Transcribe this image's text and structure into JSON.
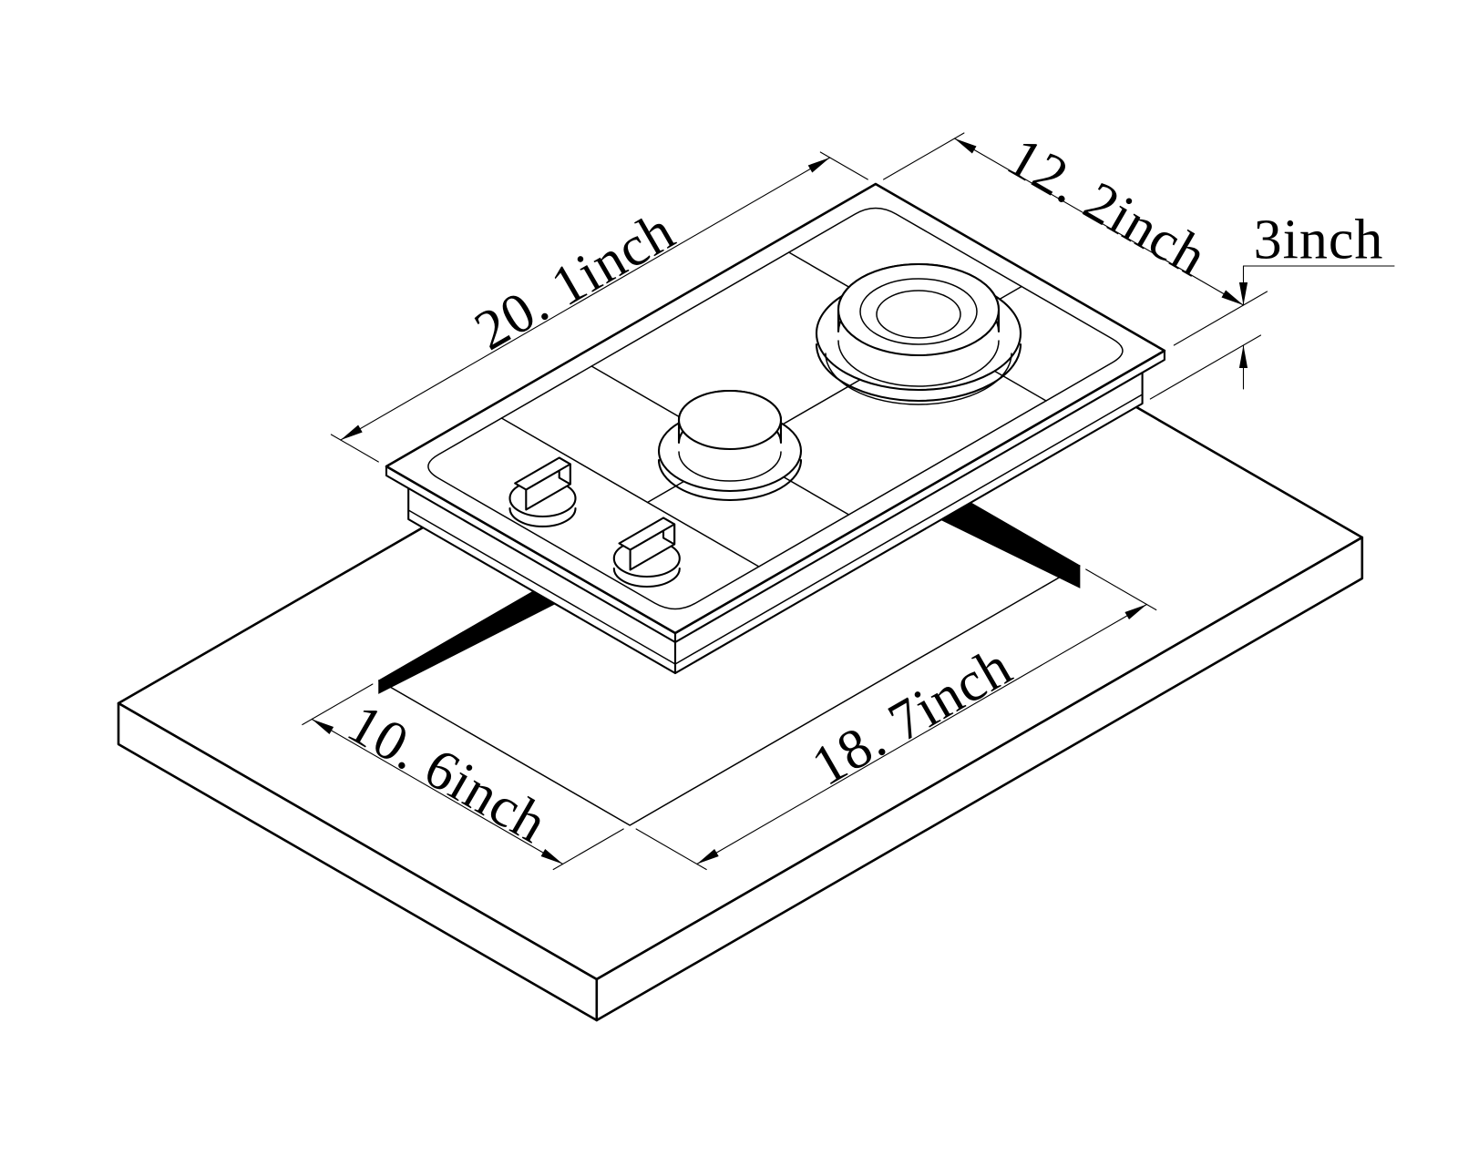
{
  "drawing": {
    "background_color": "#ffffff",
    "line_color": "#000000",
    "cutout_fill_color": "#000000",
    "labels": {
      "cooktop_length": {
        "value": "20.1",
        "unit": "inch",
        "display": "20. 1inch"
      },
      "cooktop_width": {
        "value": "12.2",
        "unit": "inch",
        "display": "12. 2inch"
      },
      "cooktop_height": {
        "value": "3",
        "unit": "inch",
        "display": "3inch"
      },
      "cutout_length": {
        "value": "18.7",
        "unit": "inch",
        "display": "18. 7inch"
      },
      "cutout_width": {
        "value": "10.6",
        "unit": "inch",
        "display": "10. 6inch"
      }
    }
  }
}
